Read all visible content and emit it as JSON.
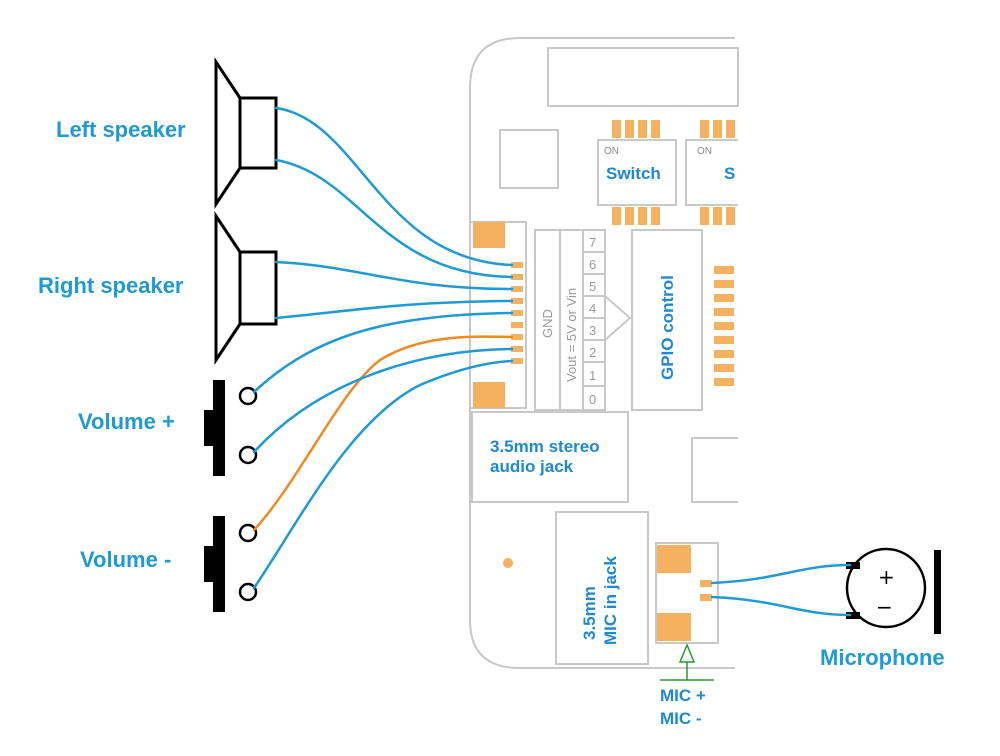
{
  "labels": {
    "left_speaker": "Left speaker",
    "right_speaker": "Right speaker",
    "volume_plus": "Volume +",
    "volume_minus": "Volume -",
    "microphone": "Microphone",
    "switch1": "Switch",
    "switch2": "S",
    "switch_on": "ON",
    "gpio": "GPIO control",
    "gnd": "GND",
    "vout": "Vout = 5V or Vin",
    "audio_jack_line1": "3.5mm stereo",
    "audio_jack_line2": "audio jack",
    "mic_jack_line1": "3.5mm",
    "mic_jack_line2": "MIC in jack",
    "mic_plus": "MIC +",
    "mic_minus": "MIC -",
    "plus_sign": "+",
    "minus_sign": "−"
  },
  "pins": [
    "7",
    "6",
    "5",
    "4",
    "3",
    "2",
    "1",
    "0"
  ],
  "colors": {
    "label_blue": "#1e9ad6",
    "wire_blue": "#1e9ad6",
    "wire_orange": "#f08a24",
    "pad_orange": "#f5b060",
    "board_outline": "#c8c8c8",
    "mic_arrow_green": "#2a9a2a"
  }
}
